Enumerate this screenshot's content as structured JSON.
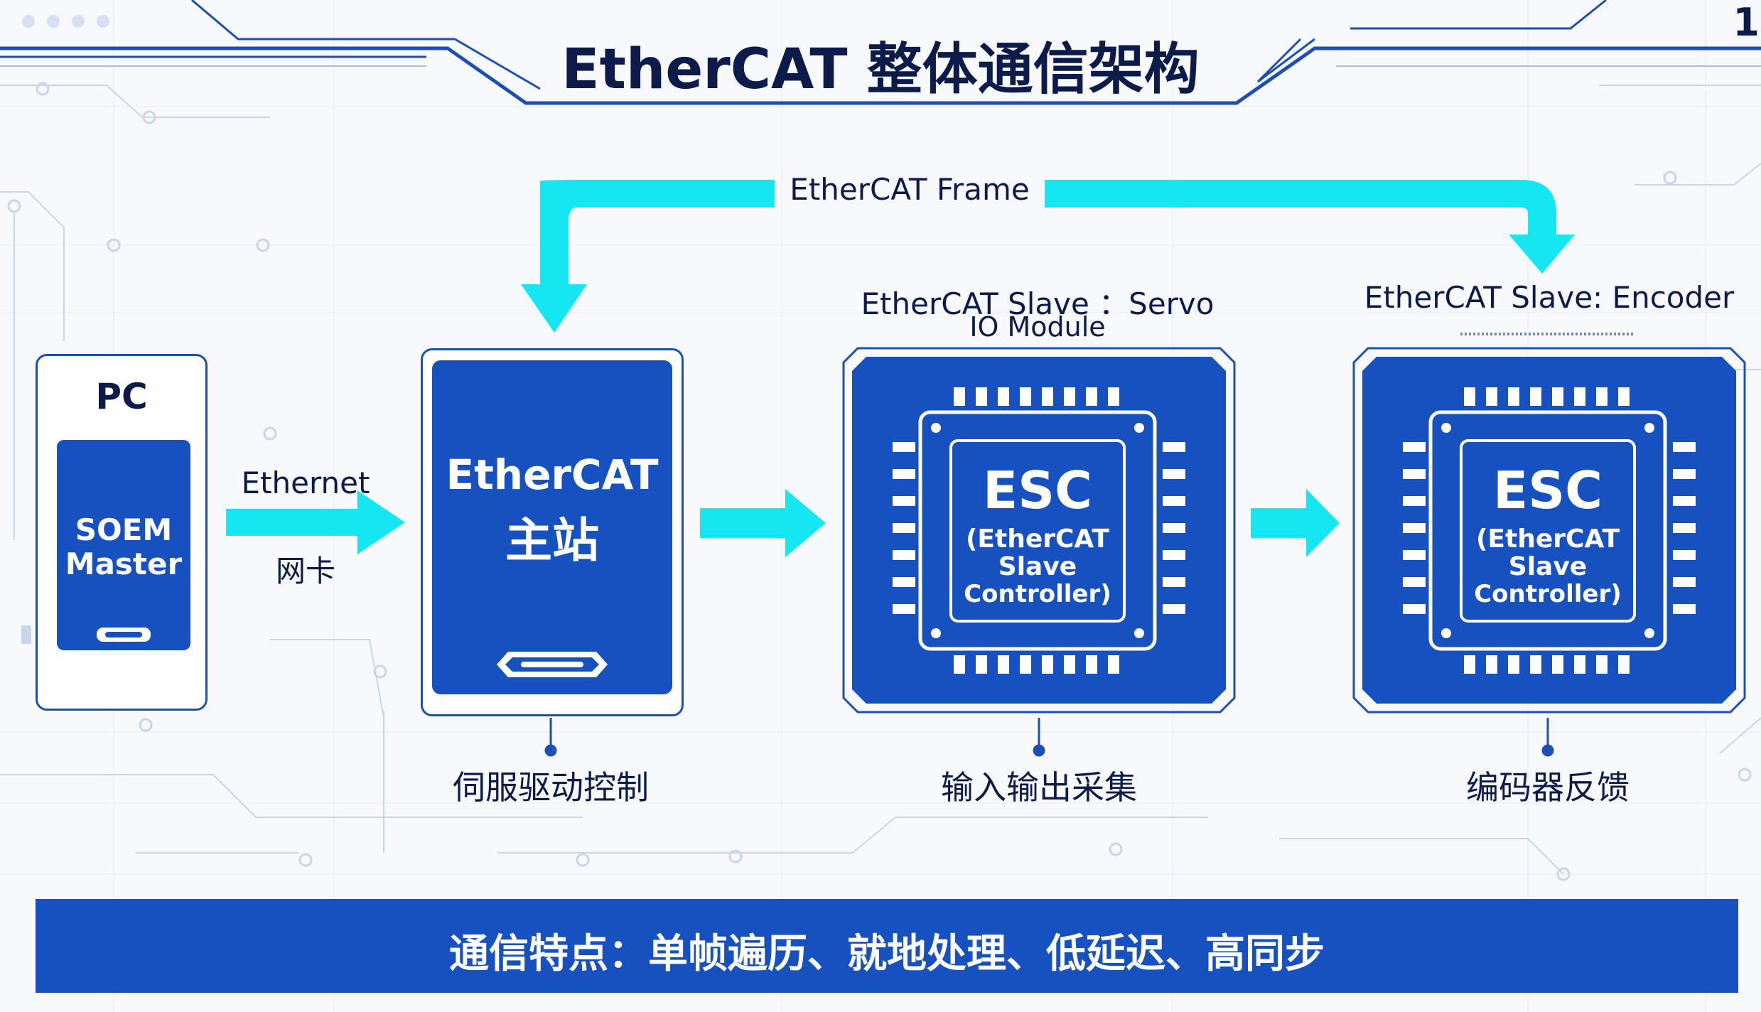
{
  "page": {
    "title": "EtherCAT 整体通信架构",
    "page_number": "1"
  },
  "frame_label": "EtherCAT Frame",
  "ethernet": {
    "label": "Ethernet",
    "sublabel": "网卡"
  },
  "pc": {
    "title": "PC",
    "inner_line1": "SOEM",
    "inner_line2": "Master"
  },
  "master_nic": {
    "line1": "EtherCAT",
    "line2": "主站",
    "caption": "伺服驱动控制"
  },
  "slave_servo": {
    "header_line1": "EtherCAT Slave ：Servo",
    "header_line2": "IO Module",
    "chip_title": "ESC",
    "chip_line1": "(EtherCAT",
    "chip_line2": "Slave",
    "chip_line3": "Controller)",
    "caption": "输入输出采集"
  },
  "slave_encoder": {
    "header": "EtherCAT Slave: Encoder",
    "chip_title": "ESC",
    "chip_line1": "(EtherCAT",
    "chip_line2": "Slave",
    "chip_line3": "Controller)",
    "caption": "编码器反馈"
  },
  "banner": {
    "text": "通信特点：单帧遍历、就地处理、低延迟、高同步"
  },
  "colors": {
    "accent_cyan": "#16e6f2",
    "primary_blue": "#1651bf",
    "border_blue": "#1e50b4",
    "text_dark": "#0d1b4a"
  }
}
